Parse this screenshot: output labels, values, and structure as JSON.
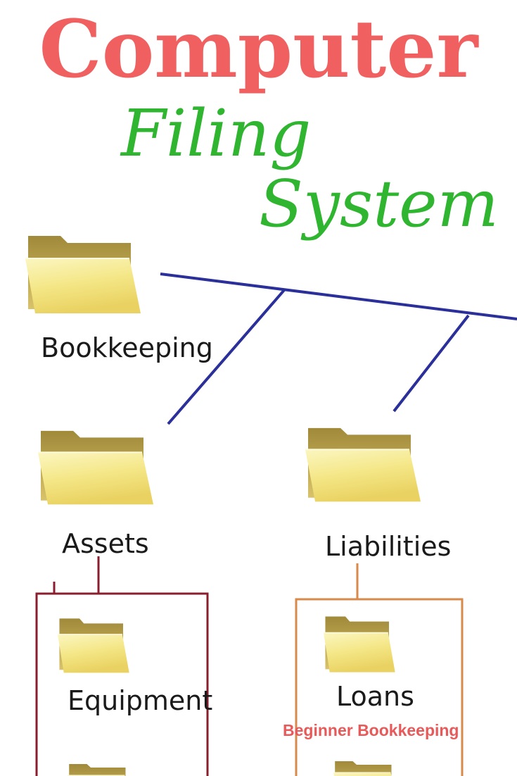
{
  "title": {
    "line1": "Computer",
    "line2": "Filing",
    "line3": "System",
    "line1_color": "#f06060",
    "script_color": "#2fb52f"
  },
  "folders": {
    "root": "Bookkeeping",
    "assets": "Assets",
    "liabilities": "Liabilities",
    "equipment": "Equipment",
    "loans": "Loans"
  },
  "credit": "Beginner Bookkeeping",
  "colors": {
    "connector": "#2a2f9a",
    "assets_box": "#8b1e2e",
    "liabilities_box": "#d88a4a",
    "folder_fill": "#f6ea8e",
    "folder_back": "#c9b35a",
    "credit": "#e85a5a"
  },
  "icons": [
    "folder-icon"
  ]
}
